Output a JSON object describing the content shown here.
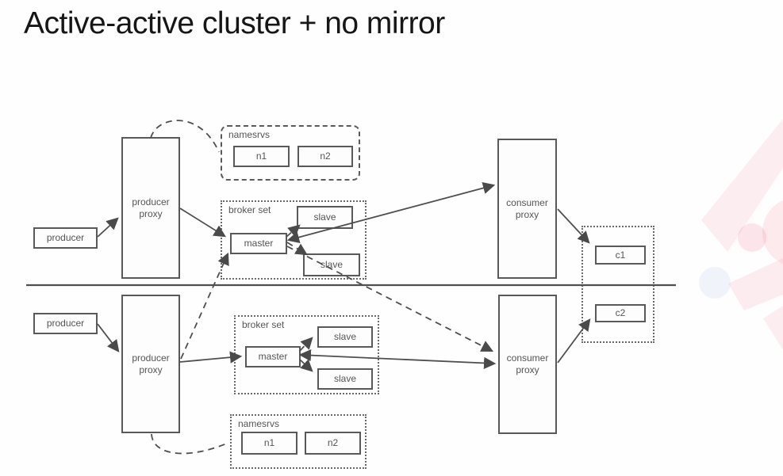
{
  "slide": {
    "title": "Active-active cluster + no mirror"
  },
  "colors": {
    "line": "#4f4f4f",
    "box_border": "#595959",
    "text": "#555555",
    "title_text": "#161616",
    "watermark_pink": "#ef5f7d",
    "watermark_blue": "#6c83d9"
  },
  "diagram": {
    "top": {
      "producer": {
        "label": "producer"
      },
      "producer_proxy": {
        "label": "producer proxy"
      },
      "namesrvs": {
        "label": "namesrvs",
        "n1": {
          "label": "n1"
        },
        "n2": {
          "label": "n2"
        }
      },
      "broker_set": {
        "label": "broker set",
        "master": {
          "label": "master"
        },
        "slave1": {
          "label": "slave"
        },
        "slave2": {
          "label": "slave"
        }
      },
      "consumer_proxy": {
        "label": "consumer proxy"
      },
      "consumer": {
        "label": "c1"
      }
    },
    "bottom": {
      "producer": {
        "label": "producer"
      },
      "producer_proxy": {
        "label": "producer proxy"
      },
      "namesrvs": {
        "label": "namesrvs",
        "n1": {
          "label": "n1"
        },
        "n2": {
          "label": "n2"
        }
      },
      "broker_set": {
        "label": "broker set",
        "master": {
          "label": "master"
        },
        "slave1": {
          "label": "slave"
        },
        "slave2": {
          "label": "slave"
        }
      },
      "consumer_proxy": {
        "label": "consumer proxy"
      },
      "consumer": {
        "label": "c2"
      }
    }
  }
}
